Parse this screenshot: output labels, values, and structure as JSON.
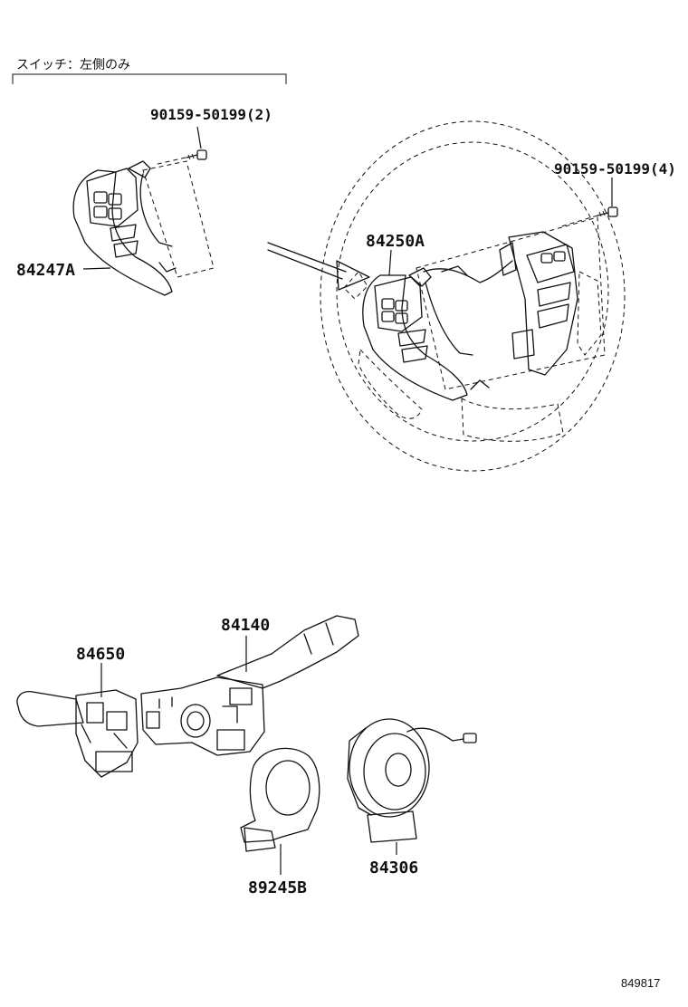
{
  "note": {
    "text": "スイッチ：左側のみ"
  },
  "labels": {
    "bolt_left": "90159-50199(2)",
    "bolt_right": "90159-50199(4)",
    "switch_left": "84247A",
    "switch_wheel": "84250A",
    "turn_signal": "84140",
    "wiper": "84650",
    "cover": "89245B",
    "spiral_cable": "84306"
  },
  "reference": "849817"
}
